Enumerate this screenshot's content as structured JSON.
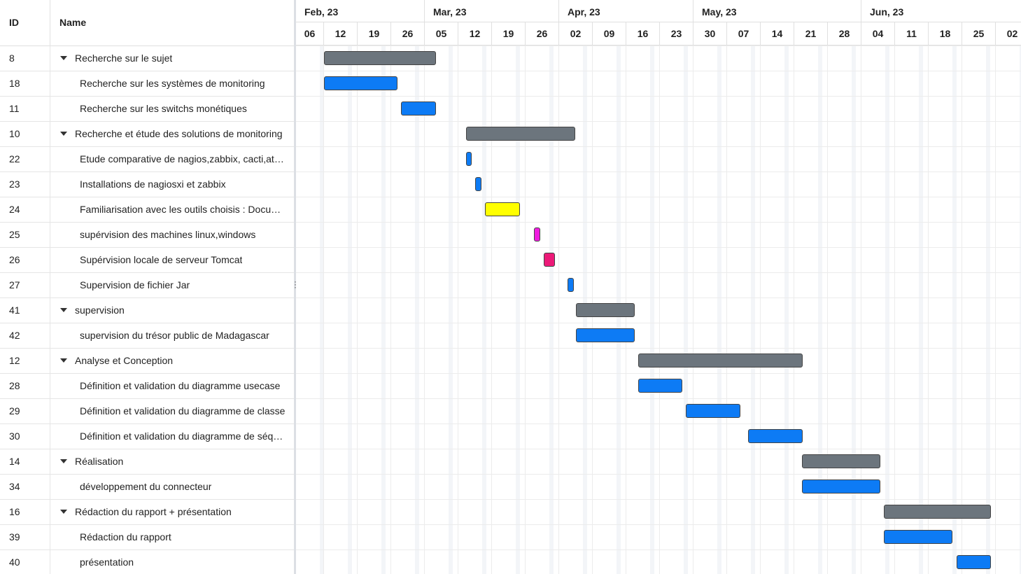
{
  "grid": {
    "columns": {
      "id": "ID",
      "name": "Name"
    },
    "rows": [
      {
        "id": "8",
        "name": "Recherche sur le sujet",
        "parent": true
      },
      {
        "id": "18",
        "name": "Recherche sur les systèmes de monitoring",
        "parent": false
      },
      {
        "id": "11",
        "name": "Recherche sur les switchs monétiques",
        "parent": false
      },
      {
        "id": "10",
        "name": "Recherche et étude des solutions de monitoring",
        "parent": true
      },
      {
        "id": "22",
        "name": "Etude comparative de nagios,zabbix, cacti,at…",
        "parent": false
      },
      {
        "id": "23",
        "name": "Installations de nagiosxi et zabbix",
        "parent": false
      },
      {
        "id": "24",
        "name": "Familiarisation avec les outils choisis : Docu…",
        "parent": false
      },
      {
        "id": "25",
        "name": "supérvision des machines linux,windows",
        "parent": false
      },
      {
        "id": "26",
        "name": "Supérvision locale de serveur Tomcat",
        "parent": false
      },
      {
        "id": "27",
        "name": "Supervision de fichier Jar",
        "parent": false
      },
      {
        "id": "41",
        "name": "supervision",
        "parent": true
      },
      {
        "id": "42",
        "name": "supervision du trésor public de Madagascar",
        "parent": false
      },
      {
        "id": "12",
        "name": "Analyse et Conception",
        "parent": true
      },
      {
        "id": "28",
        "name": "Définition et validation du diagramme usecase",
        "parent": false
      },
      {
        "id": "29",
        "name": "Définition et validation du diagramme de classe",
        "parent": false
      },
      {
        "id": "30",
        "name": "Définition et validation du diagramme de séq…",
        "parent": false
      },
      {
        "id": "14",
        "name": "Réalisation",
        "parent": true
      },
      {
        "id": "34",
        "name": "développement du connecteur",
        "parent": false
      },
      {
        "id": "16",
        "name": "Rédaction du rapport + présentation",
        "parent": true
      },
      {
        "id": "39",
        "name": "Rédaction du rapport",
        "parent": false
      },
      {
        "id": "40",
        "name": "présentation",
        "parent": false
      }
    ]
  },
  "timeline": {
    "months": [
      "Feb, 23",
      "Mar, 23",
      "Apr, 23",
      "May, 23",
      "Jun, 23"
    ],
    "week_labels": [
      "06",
      "12",
      "19",
      "26",
      "05",
      "12",
      "19",
      "26",
      "02",
      "09",
      "16",
      "23",
      "30",
      "07",
      "14",
      "21",
      "28",
      "04",
      "11",
      "18",
      "25",
      "02"
    ]
  },
  "bars": [
    {
      "row": 0,
      "start": 1.0,
      "end": 4.33,
      "color": "#6c757d"
    },
    {
      "row": 1,
      "start": 1.0,
      "end": 3.19,
      "color": "#0d7bf5"
    },
    {
      "row": 2,
      "start": 3.3,
      "end": 4.33,
      "color": "#0d7bf5"
    },
    {
      "row": 3,
      "start": 5.23,
      "end": 8.47,
      "color": "#6c757d"
    },
    {
      "row": 4,
      "start": 5.23,
      "end": 5.4,
      "color": "#0d7bf5"
    },
    {
      "row": 5,
      "start": 5.5,
      "end": 5.69,
      "color": "#0d7bf5"
    },
    {
      "row": 6,
      "start": 5.8,
      "end": 6.84,
      "color": "#ffff00"
    },
    {
      "row": 7,
      "start": 7.25,
      "end": 7.44,
      "color": "#f01ce0"
    },
    {
      "row": 8,
      "start": 7.54,
      "end": 7.87,
      "color": "#ec1a78"
    },
    {
      "row": 9,
      "start": 8.25,
      "end": 8.43,
      "color": "#0d7bf5"
    },
    {
      "row": 10,
      "start": 8.51,
      "end": 10.25,
      "color": "#6c757d"
    },
    {
      "row": 11,
      "start": 8.51,
      "end": 10.25,
      "color": "#0d7bf5"
    },
    {
      "row": 12,
      "start": 10.35,
      "end": 15.24,
      "color": "#6c757d"
    },
    {
      "row": 13,
      "start": 10.35,
      "end": 11.67,
      "color": "#0d7bf5"
    },
    {
      "row": 14,
      "start": 11.77,
      "end": 13.39,
      "color": "#0d7bf5"
    },
    {
      "row": 15,
      "start": 13.63,
      "end": 15.24,
      "color": "#0d7bf5"
    },
    {
      "row": 16,
      "start": 15.23,
      "end": 17.56,
      "color": "#6c757d"
    },
    {
      "row": 17,
      "start": 15.23,
      "end": 17.56,
      "color": "#0d7bf5"
    },
    {
      "row": 18,
      "start": 17.67,
      "end": 20.85,
      "color": "#6c757d"
    },
    {
      "row": 19,
      "start": 17.67,
      "end": 19.71,
      "color": "#0d7bf5"
    },
    {
      "row": 20,
      "start": 19.84,
      "end": 20.85,
      "color": "#0d7bf5"
    }
  ]
}
